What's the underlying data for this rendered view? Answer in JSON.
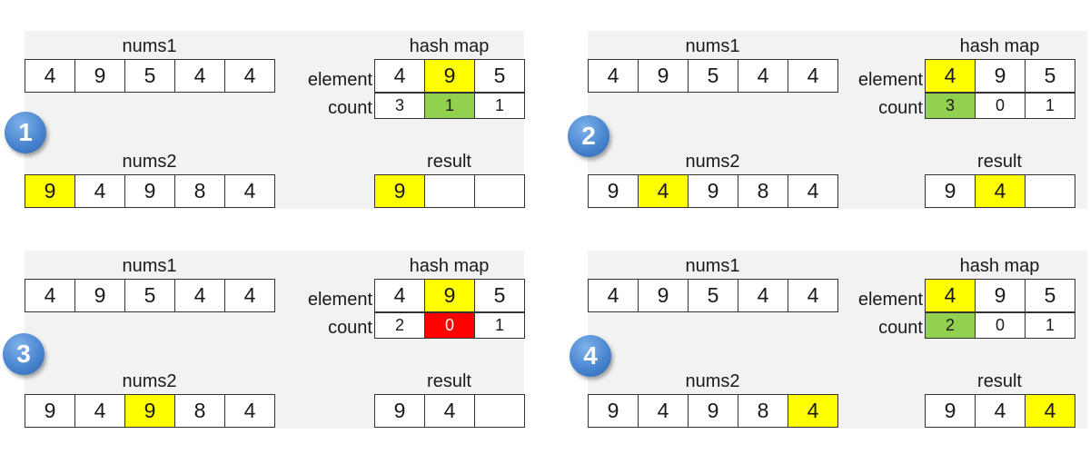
{
  "labels": {
    "nums1": "nums1",
    "nums2": "nums2",
    "hash_map": "hash map",
    "result": "result",
    "element": "element",
    "count": "count"
  },
  "colors": {
    "yellow": "#ffff00",
    "green": "#92d050",
    "red": "#ff0000",
    "panel_bg": "#f2f2f2",
    "badge": "#4a86d0"
  },
  "panels": [
    {
      "step": "1",
      "nums1": [
        {
          "v": "4"
        },
        {
          "v": "9"
        },
        {
          "v": "5"
        },
        {
          "v": "4"
        },
        {
          "v": "4"
        }
      ],
      "hash_element": [
        {
          "v": "4"
        },
        {
          "v": "9",
          "hl": "yellow"
        },
        {
          "v": "5"
        }
      ],
      "hash_count": [
        {
          "v": "3"
        },
        {
          "v": "1",
          "hl": "green"
        },
        {
          "v": "1"
        }
      ],
      "nums2": [
        {
          "v": "9",
          "hl": "yellow"
        },
        {
          "v": "4"
        },
        {
          "v": "9"
        },
        {
          "v": "8"
        },
        {
          "v": "4"
        }
      ],
      "result": [
        {
          "v": "9",
          "hl": "yellow"
        },
        {
          "v": ""
        },
        {
          "v": ""
        }
      ]
    },
    {
      "step": "2",
      "nums1": [
        {
          "v": "4"
        },
        {
          "v": "9"
        },
        {
          "v": "5"
        },
        {
          "v": "4"
        },
        {
          "v": "4"
        }
      ],
      "hash_element": [
        {
          "v": "4",
          "hl": "yellow"
        },
        {
          "v": "9"
        },
        {
          "v": "5"
        }
      ],
      "hash_count": [
        {
          "v": "3",
          "hl": "green"
        },
        {
          "v": "0"
        },
        {
          "v": "1"
        }
      ],
      "nums2": [
        {
          "v": "9"
        },
        {
          "v": "4",
          "hl": "yellow"
        },
        {
          "v": "9"
        },
        {
          "v": "8"
        },
        {
          "v": "4"
        }
      ],
      "result": [
        {
          "v": "9"
        },
        {
          "v": "4",
          "hl": "yellow"
        },
        {
          "v": ""
        }
      ]
    },
    {
      "step": "3",
      "nums1": [
        {
          "v": "4"
        },
        {
          "v": "9"
        },
        {
          "v": "5"
        },
        {
          "v": "4"
        },
        {
          "v": "4"
        }
      ],
      "hash_element": [
        {
          "v": "4"
        },
        {
          "v": "9",
          "hl": "yellow"
        },
        {
          "v": "5"
        }
      ],
      "hash_count": [
        {
          "v": "2"
        },
        {
          "v": "0",
          "hl": "red"
        },
        {
          "v": "1"
        }
      ],
      "nums2": [
        {
          "v": "9"
        },
        {
          "v": "4"
        },
        {
          "v": "9",
          "hl": "yellow"
        },
        {
          "v": "8"
        },
        {
          "v": "4"
        }
      ],
      "result": [
        {
          "v": "9"
        },
        {
          "v": "4"
        },
        {
          "v": ""
        }
      ]
    },
    {
      "step": "4",
      "nums1": [
        {
          "v": "4"
        },
        {
          "v": "9"
        },
        {
          "v": "5"
        },
        {
          "v": "4"
        },
        {
          "v": "4"
        }
      ],
      "hash_element": [
        {
          "v": "4",
          "hl": "yellow"
        },
        {
          "v": "9"
        },
        {
          "v": "5"
        }
      ],
      "hash_count": [
        {
          "v": "2",
          "hl": "green"
        },
        {
          "v": "0"
        },
        {
          "v": "1"
        }
      ],
      "nums2": [
        {
          "v": "9"
        },
        {
          "v": "4"
        },
        {
          "v": "9"
        },
        {
          "v": "8"
        },
        {
          "v": "4",
          "hl": "yellow"
        }
      ],
      "result": [
        {
          "v": "9"
        },
        {
          "v": "4"
        },
        {
          "v": "4",
          "hl": "yellow"
        }
      ]
    }
  ]
}
